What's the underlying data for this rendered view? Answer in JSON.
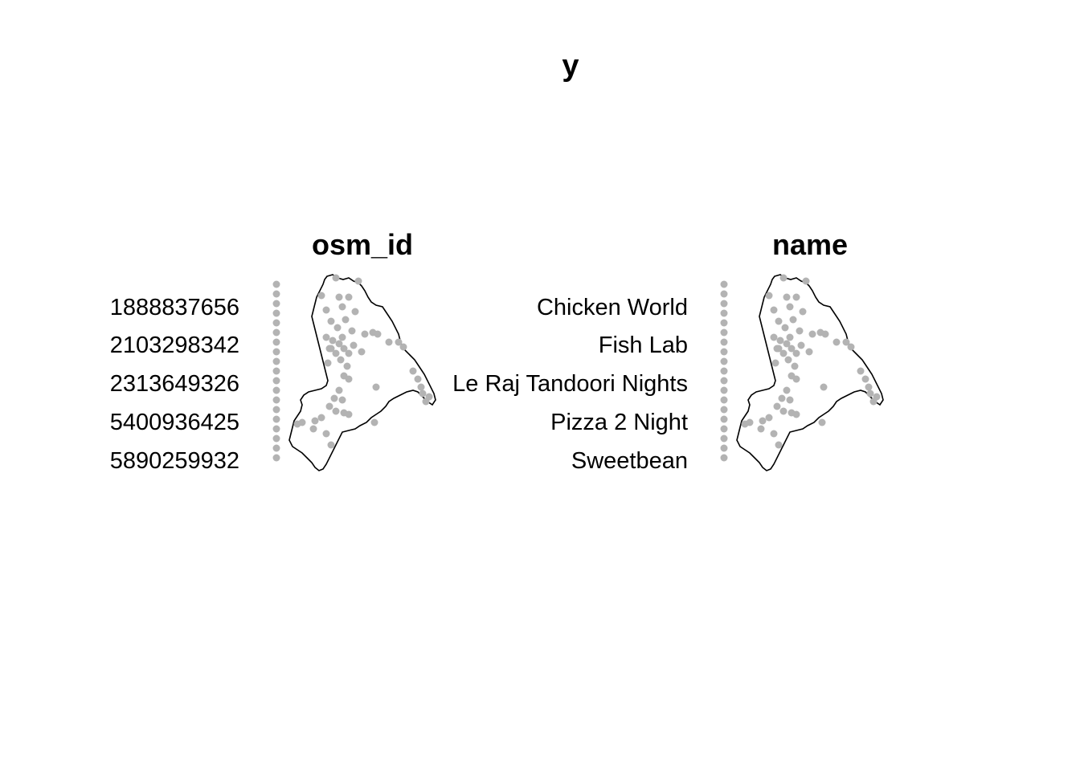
{
  "title": "y",
  "colors": {
    "point": "#b3b3b3",
    "outline": "#000000",
    "text": "#000000"
  },
  "panels": [
    {
      "title": "osm_id",
      "legend_labels": [
        "1888837656",
        "2103298342",
        "2313649326",
        "5400936425",
        "5890259932"
      ]
    },
    {
      "title": "name",
      "legend_labels": [
        "Chicken World",
        "Fish Lab",
        "Le Raj Tandoori Nights",
        "Pizza 2 Night",
        "Sweetbean"
      ]
    }
  ]
}
